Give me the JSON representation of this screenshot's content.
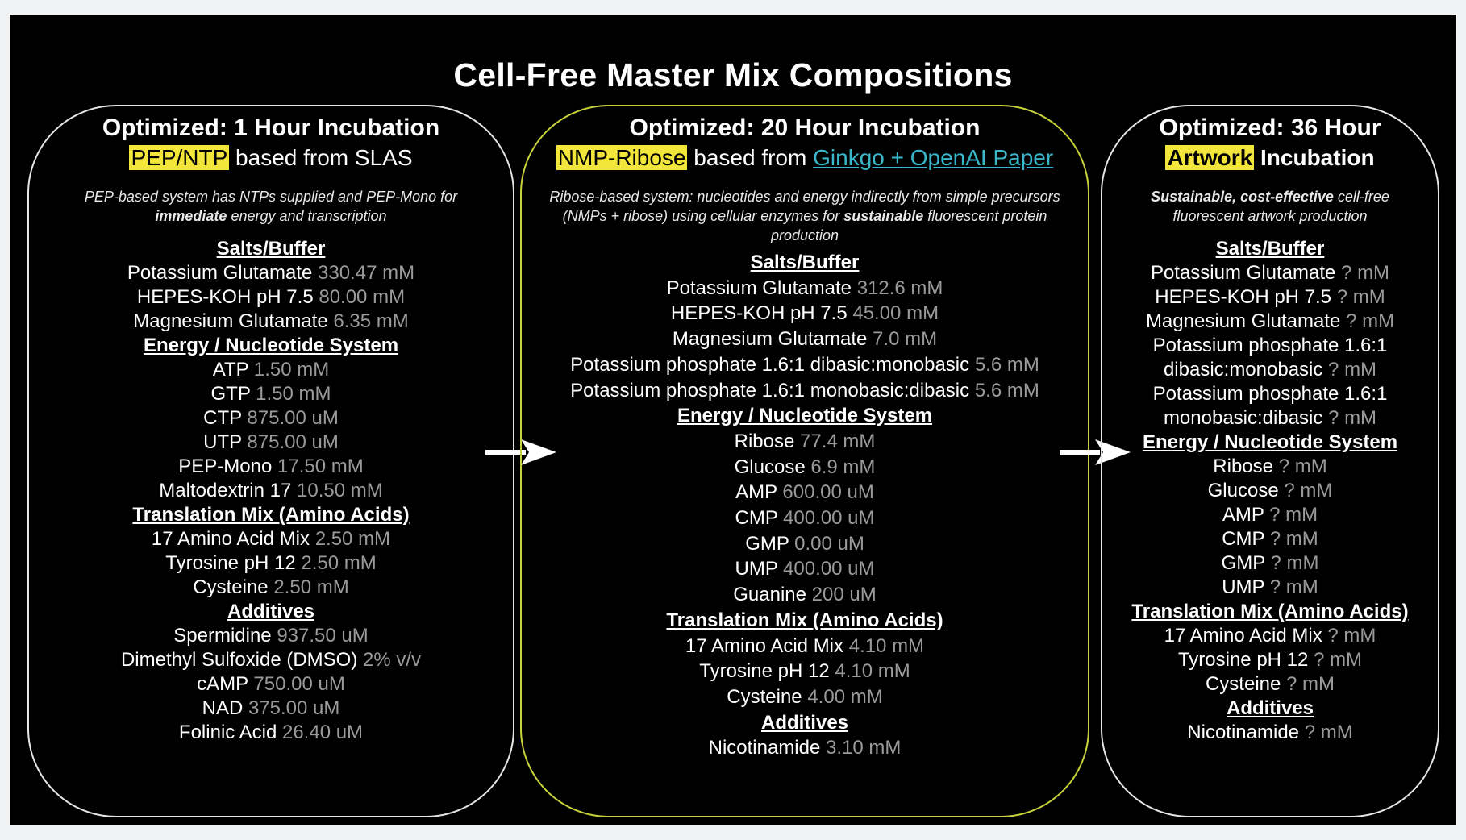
{
  "title": "Cell-Free Master Mix Compositions",
  "colors": {
    "background": "#000000",
    "highlight": "#f2e63a",
    "link": "#39b6c9",
    "value": "#9a9a9a",
    "middle_border": "#c8d23a"
  },
  "panels": [
    {
      "title": "Optimized: 1 Hour Incubation",
      "sub_highlight": "PEP/NTP",
      "sub_text": " based from SLAS",
      "desc_parts": [
        {
          "t": "PEP-based system has NTPs supplied and PEP-Mono for ",
          "b": false
        },
        {
          "t": "immediate",
          "b": true
        },
        {
          "t": " energy and transcription",
          "b": false
        }
      ],
      "sections": [
        {
          "title": "Salts/Buffer",
          "items": [
            {
              "name": "Potassium Glutamate",
              "value": "330.47 mM"
            },
            {
              "name": "HEPES-KOH pH 7.5",
              "value": "80.00 mM"
            },
            {
              "name": "Magnesium Glutamate",
              "value": "6.35 mM"
            }
          ]
        },
        {
          "title": "Energy / Nucleotide System",
          "items": [
            {
              "name": "ATP",
              "value": "1.50 mM"
            },
            {
              "name": "GTP",
              "value": "1.50 mM"
            },
            {
              "name": "CTP",
              "value": "875.00 uM"
            },
            {
              "name": "UTP",
              "value": "875.00 uM"
            },
            {
              "name": "PEP-Mono",
              "value": "17.50 mM"
            },
            {
              "name": "Maltodextrin 17",
              "value": "10.50 mM"
            }
          ]
        },
        {
          "title": "Translation Mix (Amino Acids)",
          "items": [
            {
              "name": "17 Amino Acid Mix",
              "value": "2.50 mM"
            },
            {
              "name": "Tyrosine pH 12",
              "value": "2.50 mM"
            },
            {
              "name": "Cysteine",
              "value": "2.50 mM"
            }
          ]
        },
        {
          "title": "Additives",
          "items": [
            {
              "name": "Spermidine",
              "value": "937.50 uM"
            },
            {
              "name": "Dimethyl Sulfoxide (DMSO)",
              "value": "2% v/v"
            },
            {
              "name": "cAMP",
              "value": "750.00 uM"
            },
            {
              "name": "NAD",
              "value": "375.00 uM"
            },
            {
              "name": "Folinic Acid",
              "value": "26.40 uM"
            }
          ]
        }
      ]
    },
    {
      "title": "Optimized: 20 Hour Incubation",
      "sub_highlight": "NMP-Ribose",
      "sub_text": " based from ",
      "sub_link": "Ginkgo + OpenAI Paper",
      "desc_parts": [
        {
          "t": "Ribose-based system: nucleotides and energy indirectly from simple precursors (NMPs + ribose) using cellular enzymes for ",
          "b": false
        },
        {
          "t": "sustainable",
          "b": true
        },
        {
          "t": " fluorescent protein production",
          "b": false
        }
      ],
      "sections": [
        {
          "title": "Salts/Buffer",
          "items": [
            {
              "name": "Potassium Glutamate",
              "value": "312.6 mM"
            },
            {
              "name": "HEPES-KOH pH 7.5",
              "value": "45.00 mM"
            },
            {
              "name": "Magnesium Glutamate",
              "value": "7.0 mM"
            },
            {
              "name": "Potassium phosphate 1.6:1 dibasic:monobasic",
              "value": "5.6 mM"
            },
            {
              "name": "Potassium phosphate 1.6:1 monobasic:dibasic",
              "value": "5.6 mM"
            }
          ]
        },
        {
          "title": "Energy / Nucleotide System",
          "items": [
            {
              "name": "Ribose",
              "value": "77.4 mM"
            },
            {
              "name": "Glucose",
              "value": "6.9 mM"
            },
            {
              "name": "AMP",
              "value": "600.00 uM"
            },
            {
              "name": "CMP",
              "value": "400.00 uM"
            },
            {
              "name": "GMP",
              "value": "0.00 uM"
            },
            {
              "name": "UMP",
              "value": "400.00 uM"
            },
            {
              "name": "Guanine",
              "value": "200 uM"
            }
          ]
        },
        {
          "title": "Translation Mix (Amino Acids)",
          "items": [
            {
              "name": "17 Amino Acid Mix",
              "value": "4.10 mM"
            },
            {
              "name": "Tyrosine pH 12",
              "value": "4.10 mM"
            },
            {
              "name": "Cysteine",
              "value": "4.00 mM"
            }
          ]
        },
        {
          "title": "Additives",
          "items": [
            {
              "name": "Nicotinamide",
              "value": "3.10 mM"
            }
          ]
        }
      ]
    },
    {
      "title": "Optimized: 36 Hour",
      "sub_highlight": "Artwork",
      "sub_text": " Incubation",
      "desc_parts": [
        {
          "t": "Sustainable, cost-effective",
          "b": true
        },
        {
          "t": " cell-free fluorescent artwork production",
          "b": false
        }
      ],
      "sections": [
        {
          "title": "Salts/Buffer",
          "items": [
            {
              "name": "Potassium Glutamate",
              "value": "? mM"
            },
            {
              "name": "HEPES-KOH pH 7.5",
              "value": "? mM"
            },
            {
              "name": "Magnesium Glutamate",
              "value": "? mM"
            },
            {
              "name": "Potassium phosphate 1.6:1 dibasic:monobasic",
              "value": "? mM"
            },
            {
              "name": "Potassium phosphate 1.6:1 monobasic:dibasic",
              "value": "? mM"
            }
          ]
        },
        {
          "title": "Energy / Nucleotide System",
          "items": [
            {
              "name": "Ribose",
              "value": "? mM"
            },
            {
              "name": "Glucose",
              "value": "? mM"
            },
            {
              "name": "AMP",
              "value": "? mM"
            },
            {
              "name": "CMP",
              "value": "? mM"
            },
            {
              "name": "GMP",
              "value": "? mM"
            },
            {
              "name": "UMP",
              "value": "? mM"
            }
          ]
        },
        {
          "title": "Translation Mix (Amino Acids)",
          "items": [
            {
              "name": "17 Amino Acid Mix",
              "value": "? mM"
            },
            {
              "name": "Tyrosine pH 12",
              "value": "? mM"
            },
            {
              "name": "Cysteine",
              "value": "? mM"
            }
          ]
        },
        {
          "title": "Additives",
          "items": [
            {
              "name": "Nicotinamide",
              "value": "? mM"
            }
          ]
        }
      ]
    }
  ],
  "arrows": [
    {
      "icon": "right-arrow-icon"
    },
    {
      "icon": "right-arrow-icon"
    }
  ]
}
